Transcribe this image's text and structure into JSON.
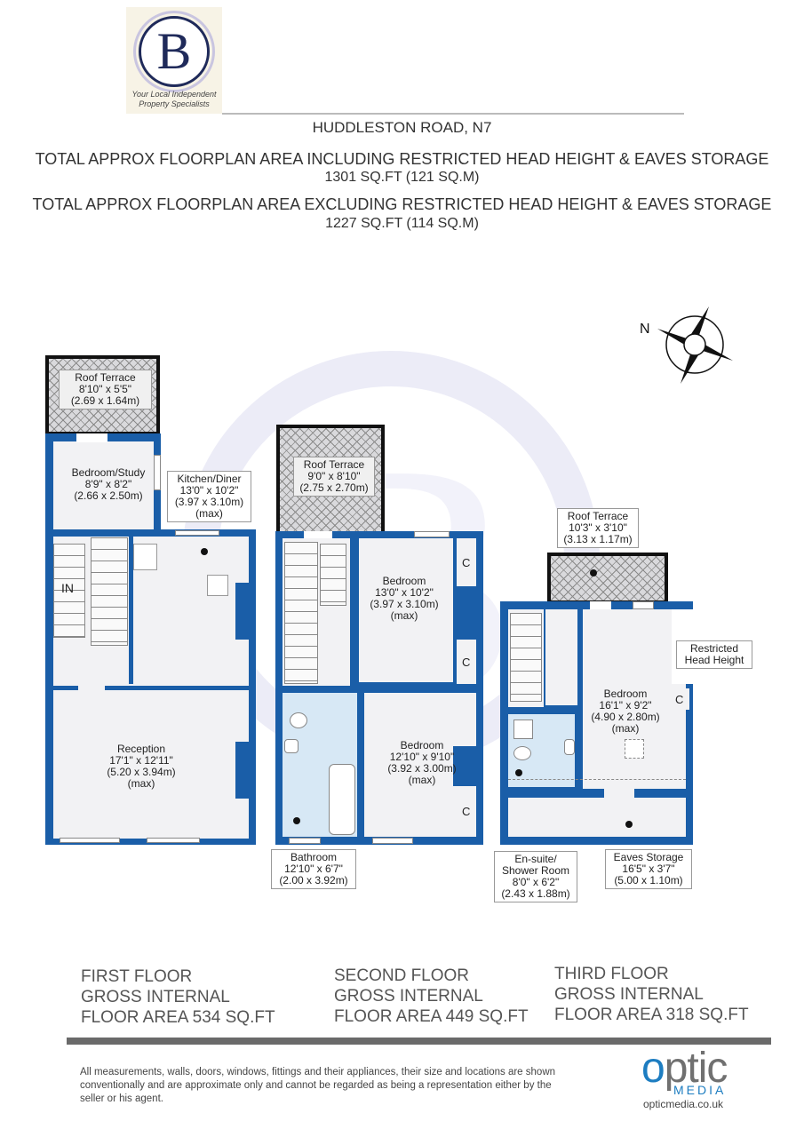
{
  "agent_logo": {
    "letter": "B",
    "tagline_line1": "Your Local Independent",
    "tagline_line2": "Property Specialists",
    "colors": {
      "navy": "#1f2a5a",
      "ring": "#c9c5e0",
      "background": "#f7f3e6"
    }
  },
  "header": {
    "address": "HUDDLESTON ROAD, N7",
    "including_label": "TOTAL APPROX FLOORPLAN AREA INCLUDING RESTRICTED HEAD HEIGHT & EAVES STORAGE",
    "including_value": "1301 SQ.FT (121 SQ.M)",
    "excluding_label": "TOTAL APPROX FLOORPLAN AREA EXCLUDING RESTRICTED HEAD HEIGHT  & EAVES STORAGE",
    "excluding_value": "1227 SQ.FT (114 SQ.M)"
  },
  "compass": {
    "label": "N"
  },
  "floors": {
    "first": {
      "rooms": {
        "roof_terrace": {
          "name": "Roof Terrace",
          "imperial": "8'10\" x 5'5\"",
          "metric": "(2.69 x 1.64m)"
        },
        "bedroom_study": {
          "name": "Bedroom/Study",
          "imperial": "8'9\" x 8'2\"",
          "metric": "(2.66 x 2.50m)"
        },
        "kitchen_diner": {
          "name": "Kitchen/Diner",
          "imperial": "13'0\" x 10'2\"",
          "metric": "(3.97 x 3.10m)",
          "note": "(max)"
        },
        "reception": {
          "name": "Reception",
          "imperial": "17'1\" x 12'11\"",
          "metric": "(5.20 x 3.94m)",
          "note": "(max)"
        }
      },
      "entrance_label": "IN",
      "summary": {
        "line1": "FIRST FLOOR",
        "line2": "GROSS INTERNAL",
        "line3": "FLOOR AREA 534  SQ.FT"
      }
    },
    "second": {
      "rooms": {
        "roof_terrace": {
          "name": "Roof Terrace",
          "imperial": "9'0\" x 8'10\"",
          "metric": "(2.75 x 2.70m)"
        },
        "bedroom_rear": {
          "name": "Bedroom",
          "imperial": "13'0\" x 10'2\"",
          "metric": "(3.97 x 3.10m)",
          "note": "(max)"
        },
        "bedroom_front": {
          "name": "Bedroom",
          "imperial": "12'10\" x 9'10\"",
          "metric": "(3.92 x 3.00m)",
          "note": "(max)"
        },
        "bathroom": {
          "name": "Bathroom",
          "imperial": "12'10\" x 6'7\"",
          "metric": "(2.00 x 3.92m)"
        }
      },
      "cupboard_label": "C",
      "summary": {
        "line1": "SECOND FLOOR",
        "line2": "GROSS INTERNAL",
        "line3": "FLOOR AREA 449 SQ.FT"
      }
    },
    "third": {
      "rooms": {
        "roof_terrace": {
          "name": "Roof Terrace",
          "imperial": "10'3\" x 3'10\"",
          "metric": "(3.13 x 1.17m)"
        },
        "bedroom": {
          "name": "Bedroom",
          "imperial": "16'1\" x 9'2\"",
          "metric": "(4.90 x 2.80m)",
          "note": "(max)"
        },
        "ensuite": {
          "name_line1": "En-suite/",
          "name_line2": "Shower Room",
          "imperial": "8'0\" x 6'2\"",
          "metric": "(2.43 x 1.88m)"
        },
        "eaves_storage": {
          "name": "Eaves Storage",
          "imperial": "16'5\" x 3'7\"",
          "metric": "(5.00 x 1.10m)"
        }
      },
      "restricted_label_line1": "Restricted",
      "restricted_label_line2": "Head Height",
      "cupboard_label": "C",
      "summary": {
        "line1": "THIRD FLOOR",
        "line2": "GROSS INTERNAL",
        "line3": "FLOOR AREA 318 SQ.FT"
      }
    }
  },
  "footer": {
    "disclaimer": "All measurements, walls, doors, windows, fittings and their appliances, their size and locations are shown conventionally and are approximate only and cannot be regarded as being a representation either by the seller or his agent.",
    "brand_optic_o": "o",
    "brand_optic_rest": "ptic",
    "brand_media": "MEDIA",
    "brand_url": "opticmedia.co.uk"
  },
  "colors": {
    "wall": "#1a5ea8",
    "bathroom_floor": "#d7e8f5",
    "room_floor": "#f2f2f4",
    "terrace_border": "#111111"
  }
}
